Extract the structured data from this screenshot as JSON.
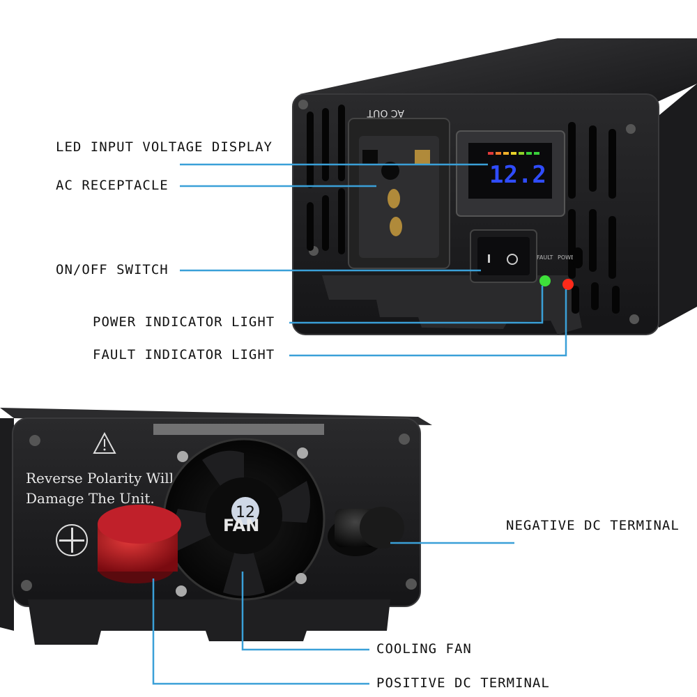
{
  "callouts": {
    "led_display": "LED INPUT VOLTAGE DISPLAY",
    "ac_receptacle": "AC RECEPTACLE",
    "on_off_switch": "ON/OFF SWITCH",
    "power_light": "POWER INDICATOR LIGHT",
    "fault_light": "FAULT INDICATOR LIGHT",
    "negative_terminal": "NEGATIVE DC TERMINAL",
    "cooling_fan": "COOLING FAN",
    "positive_terminal": "POSITIVE DC TERMINAL"
  },
  "front_panel": {
    "ac_out_label": "AC OUT",
    "display_value": "12.2",
    "power_label": "POWER",
    "fault_label": "FAULT"
  },
  "rear_panel": {
    "warning_line1": "Reverse Polarity Will",
    "warning_line2": "Damage The Unit.",
    "fan_label": "FAN",
    "fan_number": "12"
  },
  "colors": {
    "leader_line": "#3aa0d8",
    "display_digits": "#2f4cff",
    "power_led": "#3ee03a",
    "fault_led": "#ff2a1a",
    "positive_cap": "#b8141c"
  }
}
